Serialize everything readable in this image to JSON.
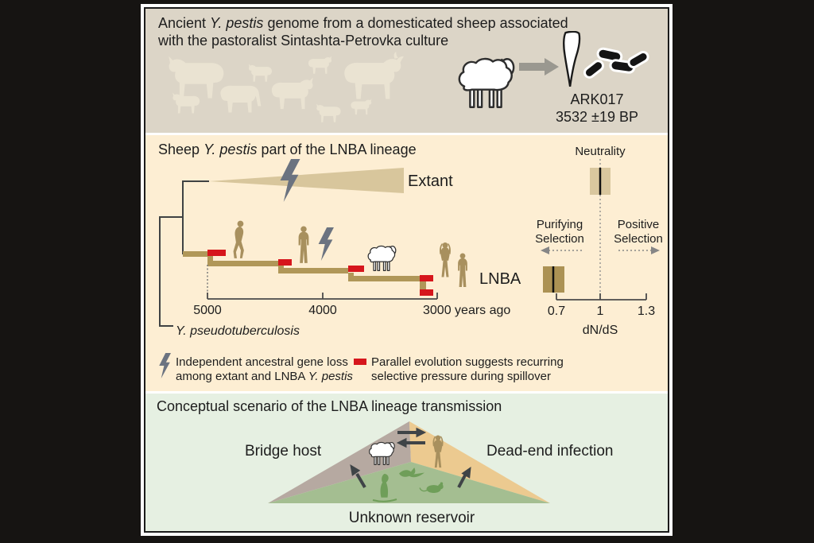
{
  "top": {
    "title_part1": "Ancient ",
    "title_italic": "Y. pestis",
    "title_part2": " genome from a domesticated sheep associated",
    "title_line2": "with the pastoralist Sintashta-Petrovka culture",
    "sample_id": "ARK017",
    "sample_age": "3532 ±19 BP",
    "icons": [
      "herd-silhouettes",
      "sheep-icon",
      "arrow-right-icon",
      "tooth-icon",
      "bacteria-icon"
    ]
  },
  "middle": {
    "title_part1": "Sheep ",
    "title_italic": "Y. pestis",
    "title_part2": " part of the LNBA lineage",
    "extant_label": "Extant",
    "lnba_label": "LNBA",
    "outgroup_label": "Y. pseudotuberculosis",
    "tick_5000": "5000",
    "tick_4000": "4000",
    "tick_3000": "3000 years ago",
    "dnds_neutrality": "Neutrality",
    "dnds_purifying": "Purifying\nSelection",
    "dnds_positive": "Positive\nSelection",
    "dnds_tick_low": "0.7",
    "dnds_tick_mid": "1",
    "dnds_tick_high": "1.3",
    "dnds_axis_label": "dN/dS",
    "dnds_extant_value": 1.0,
    "dnds_lnba_value": 0.7,
    "legend_bolt_line1": "Independent ancestral gene loss",
    "legend_bolt_line2": "among extant and LNBA ",
    "legend_bolt_italic": "Y. pestis",
    "legend_red": "Parallel evolution suggests recurring\nselective pressure during spillover",
    "icons": [
      "lightning-icon",
      "red-gene-loss-mark",
      "hominin-icon",
      "person-icon",
      "sheep-icon",
      "woman-icon"
    ]
  },
  "bottom": {
    "title": "Conceptual scenario of the LNBA lineage transmission",
    "bridge_host": "Bridge host",
    "dead_end": "Dead-end infection",
    "reservoir": "Unknown reservoir",
    "icons": [
      "sheep-icon",
      "woman-icon",
      "exchange-arrows",
      "spillover-arrow-left",
      "spillover-arrow-right",
      "marmot-icon",
      "bird-icon",
      "mouse-icon"
    ]
  },
  "colors": {
    "top_bg": "#dcd5c7",
    "middle_bg": "#fdeed3",
    "bottom_bg": "#e6f0e2",
    "branch_tan": "#b09758",
    "wedge_tan": "#d8c69c",
    "gene_loss_red": "#d6161c",
    "lightning_gray": "#6b7380",
    "triangle_left": "#b6a9a1",
    "triangle_right": "#ecca90",
    "triangle_green": "#a4be91",
    "reservoir_animal_green": "#6f9e59",
    "human_tan": "#a8905e"
  }
}
